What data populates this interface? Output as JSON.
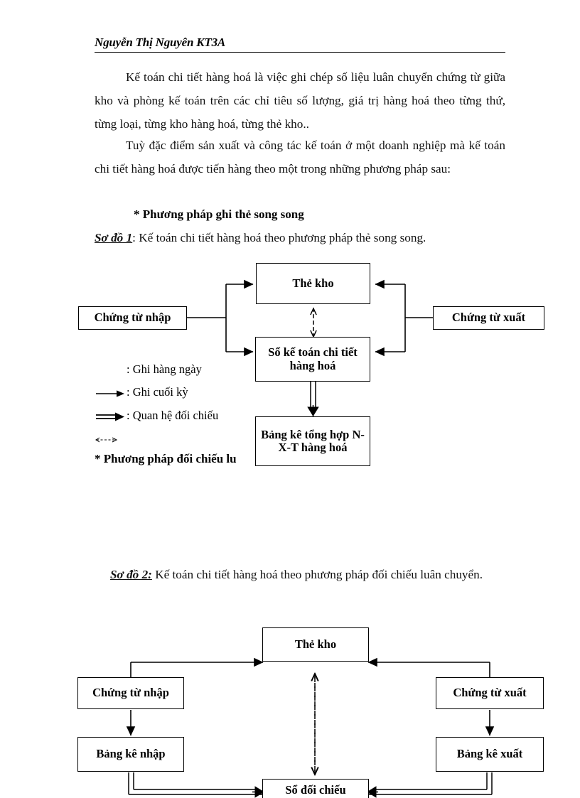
{
  "header": {
    "author": "Nguyễn Thị Nguyên KT3A"
  },
  "body": {
    "para1": "Kế toán chi tiết hàng hoá là việc ghi chép số liệu luân chuyển chứng từ giữa kho và phòng kế toán trên các chỉ tiêu số lượng, giá trị hàng hoá theo từng thứ, từng loại, từng kho hàng hoá, từng thẻ kho..",
    "para2": "Tuỳ đặc điểm sản xuất và công tác kế toán ở một doanh nghiệp mà kế toán chi tiết hàng hoá được tiến hàng theo một trong những phương pháp sau:",
    "method1_heading": "* Phương pháp ghi thẻ song song",
    "sodo1_label": "Sơ đồ 1",
    "sodo1_caption": ": Kế toán chi tiết hàng hoá theo phương pháp thẻ song song.",
    "method2_heading": "* Phương pháp đối chiếu lu",
    "sodo2_label": "Sơ đồ 2:",
    "sodo2_caption": " Kế toán chi tiết hàng hoá theo phương pháp đối chiếu luân chuyển."
  },
  "diagram1": {
    "boxes": {
      "the_kho": "Thẻ kho",
      "chung_tu_nhap": "Chứng từ nhập",
      "chung_tu_xuat": "Chứng từ xuất",
      "so_ke_toan": "Sổ kế toán chi tiết hàng hoá",
      "bang_ke_tong_hop": "Bảng kê tổng hợp N-X-T hàng hoá"
    },
    "legend": [
      {
        "marker": "plain-line",
        "label": ": Ghi hàng ngày"
      },
      {
        "marker": "thin-arrow",
        "label": ": Ghi cuối kỳ"
      },
      {
        "marker": "thick-arrow",
        "label": ": Quan hệ đối chiếu"
      },
      {
        "marker": "dashed-arrow",
        "label": ""
      }
    ]
  },
  "diagram2": {
    "boxes": {
      "the_kho": "Thẻ kho",
      "chung_tu_nhap": "Chứng từ nhập",
      "chung_tu_xuat": "Chứng từ xuất",
      "bang_ke_nhap": "Bảng kê nhập",
      "bang_ke_xuat": "Bảng kê xuất",
      "so_doi_chieu": "Sổ đối chiếu"
    }
  },
  "colors": {
    "ink": "#000000",
    "page": "#ffffff"
  }
}
